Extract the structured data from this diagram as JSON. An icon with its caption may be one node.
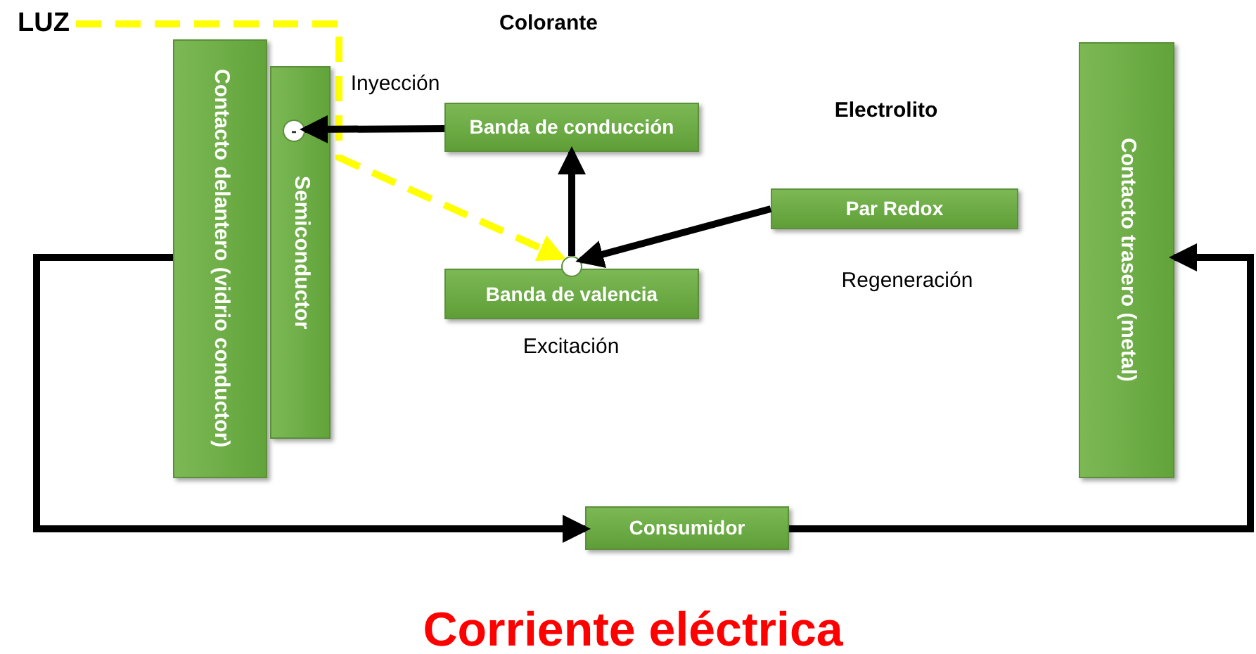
{
  "diagram": {
    "caption": "Corriente eléctrica",
    "nodes": [
      {
        "text": [
          "LUZ"
        ]
      },
      {
        "text": [
          "Contacto delantero (vidrio conductor)"
        ]
      },
      {
        "text": [
          "Semiconductor"
        ]
      },
      {
        "text": [
          "-"
        ],
        "in": 2
      },
      {
        "text": [
          "Banda de conducción"
        ]
      },
      {
        "text": [
          "Banda de valencia"
        ]
      },
      {
        "text": [],
        "shape": "circle"
      },
      {
        "text": [
          "Par Redox"
        ]
      },
      {
        "text": [
          "Contacto trasero (metal)"
        ]
      },
      {
        "text": [
          "Consumidor"
        ]
      }
    ],
    "edges": [
      {
        "from": 4,
        "to": 3,
        "arrow": "to"
      },
      {
        "from": 6,
        "to": 4,
        "arrow": "to"
      },
      {
        "from": 7,
        "to": 6,
        "arrow": "to"
      },
      {
        "from": 0,
        "to": 6,
        "arrow": "to",
        "style": "dashed",
        "color": "#ffff00"
      },
      {
        "from": 1,
        "to": 9,
        "arrow": "to"
      },
      {
        "from": 9,
        "to": 8,
        "arrow": "to"
      }
    ],
    "labels": [
      "Colorante",
      "Inyección",
      "Electrolito",
      "Regeneración",
      "Excitación"
    ]
  }
}
